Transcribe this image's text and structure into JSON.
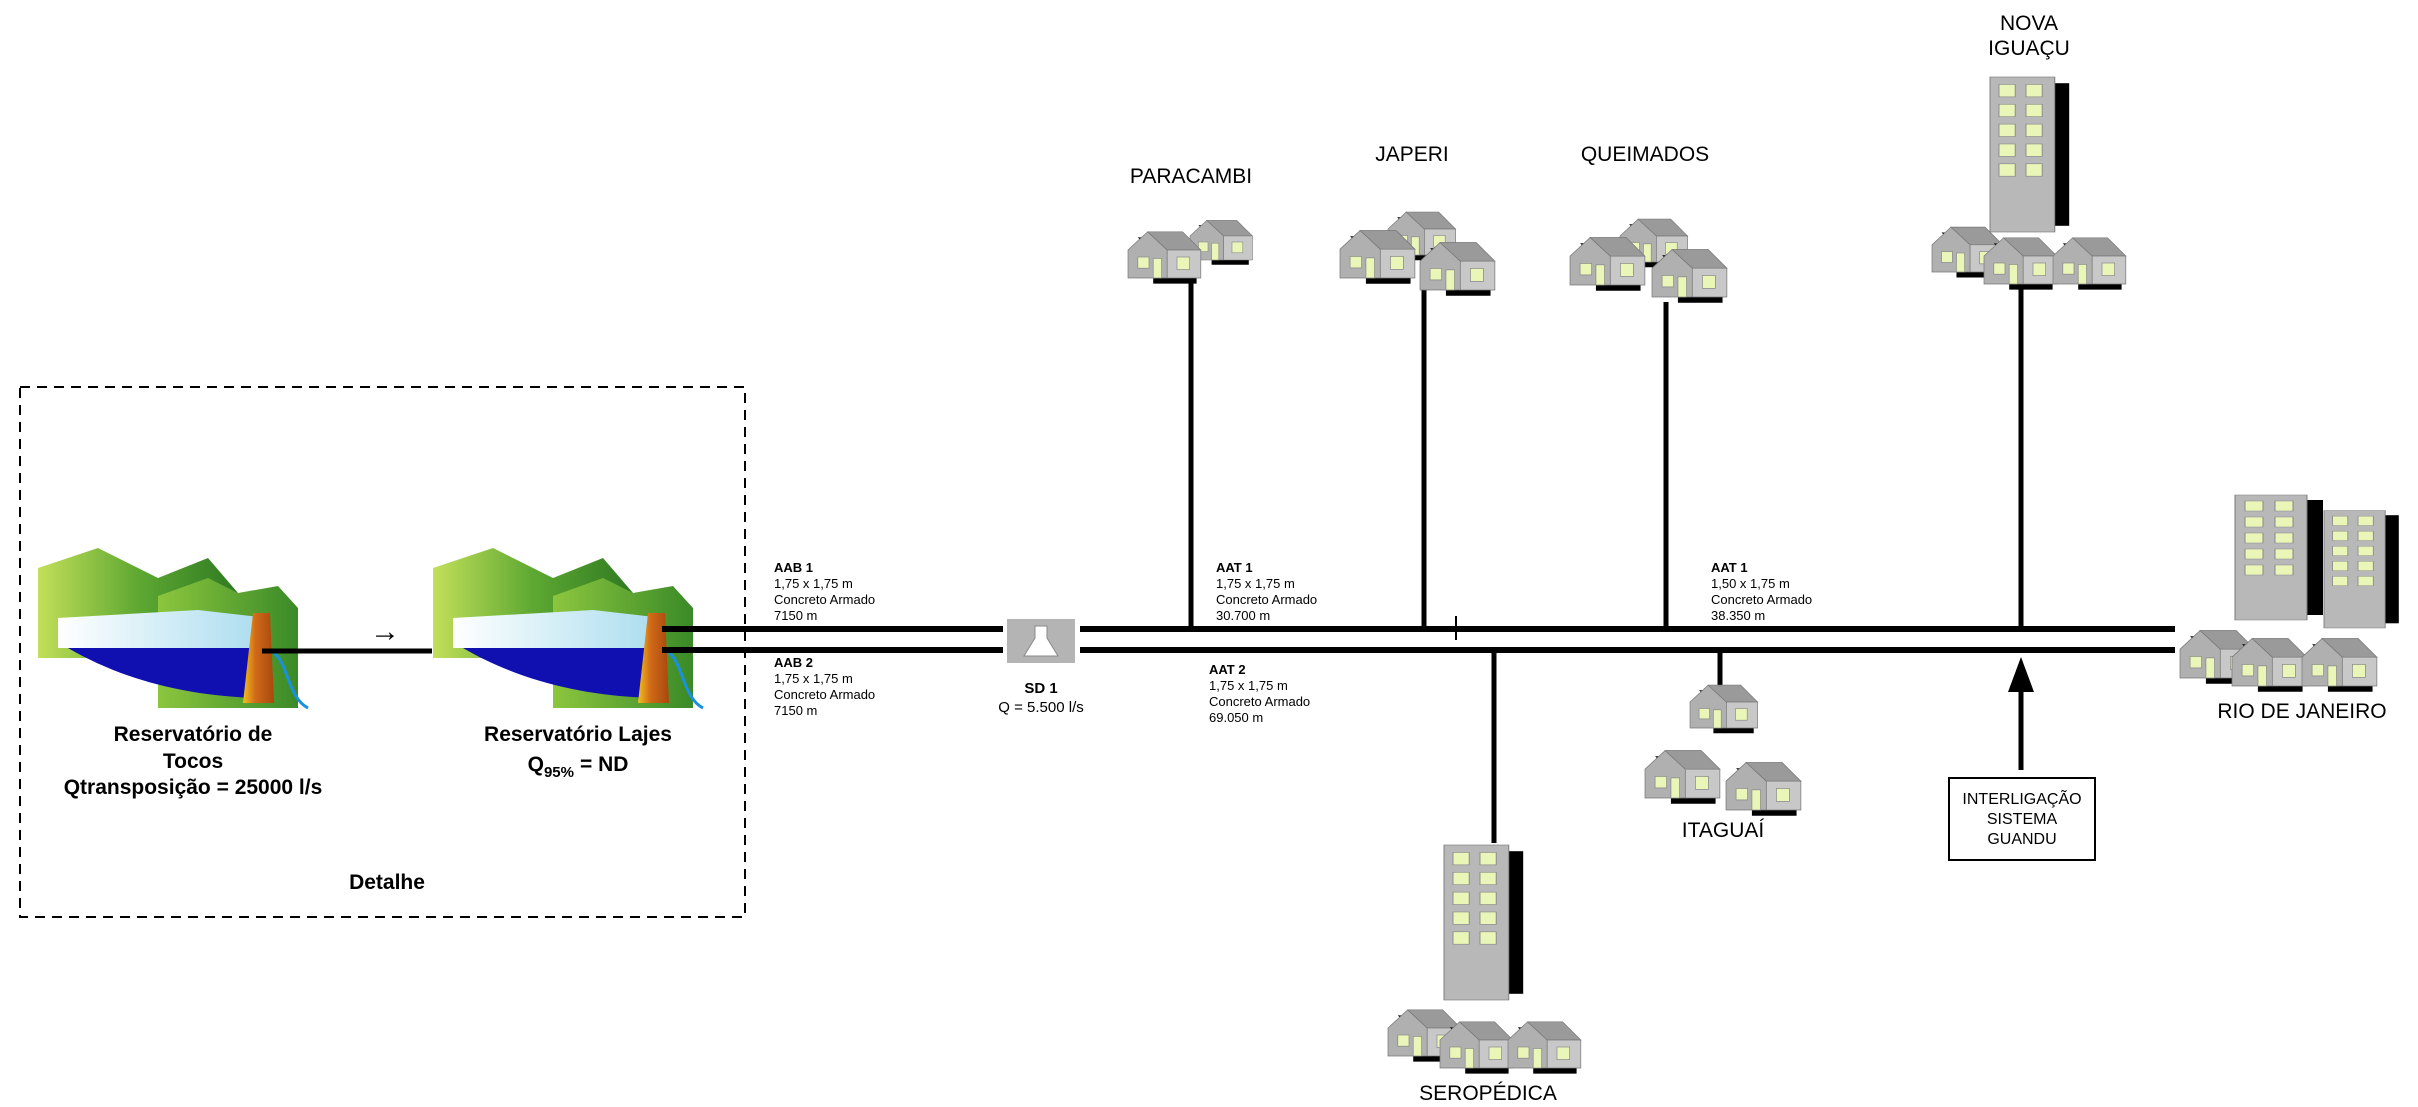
{
  "detail_box": {
    "label": "Detalhe",
    "arrow_glyph": "→"
  },
  "reservoirs": {
    "tocos": {
      "name_line1": "Reservatório de",
      "name_line2": "Tocos",
      "flow": "Qtransposição = 25000 l/s"
    },
    "lajes": {
      "name": "Reservatório Lajes",
      "flow_symbol": "Q",
      "flow_subscript": "95%",
      "flow_value": "=  ND"
    }
  },
  "pipes": {
    "aab1": {
      "name": "AAB 1",
      "dimensions": "1,75 x 1,75 m",
      "material": "Concreto Armado",
      "length": "7150 m"
    },
    "aab2": {
      "name": "AAB 2",
      "dimensions": "1,75 x 1,75 m",
      "material": "Concreto Armado",
      "length": "7150 m"
    },
    "aat1_a": {
      "name": "AAT 1",
      "dimensions": "1,75 x 1,75 m",
      "material": "Concreto Armado",
      "length": "30.700 m"
    },
    "aat2": {
      "name": "AAT 2",
      "dimensions": "1,75 x 1,75 m",
      "material": "Concreto Armado",
      "length": "69.050 m"
    },
    "aat1_b": {
      "name": "AAT 1",
      "dimensions": "1,50 x 1,75 m",
      "material": "Concreto Armado",
      "length": "38.350 m"
    }
  },
  "station": {
    "name": "SD 1",
    "flow": "Q = 5.500 l/s",
    "icon": "flask-icon"
  },
  "cities": {
    "paracambi": "PARACAMBI",
    "japeri": "JAPERI",
    "queimados": "QUEIMADOS",
    "nova_iguacu_line1": "NOVA",
    "nova_iguacu_line2": "IGUAÇU",
    "rio": "RIO DE JANEIRO",
    "itaguai": "ITAGUAÍ",
    "seropedica": "SEROPÉDICA"
  },
  "interconnection": {
    "line1": "INTERLIGAÇÃO",
    "line2": "SISTEMA",
    "line3": "GUANDU"
  },
  "colors": {
    "line": "#000000",
    "water": "#1010b0",
    "water_light": "#bfe8f5",
    "mountain_light": "#a8d040",
    "mountain_dark": "#3e8a2a",
    "dam": "#c8601a",
    "spill": "#1a90e0",
    "building": "#b4b4b4",
    "window": "#eaf5b8",
    "shadow": "#000000"
  }
}
